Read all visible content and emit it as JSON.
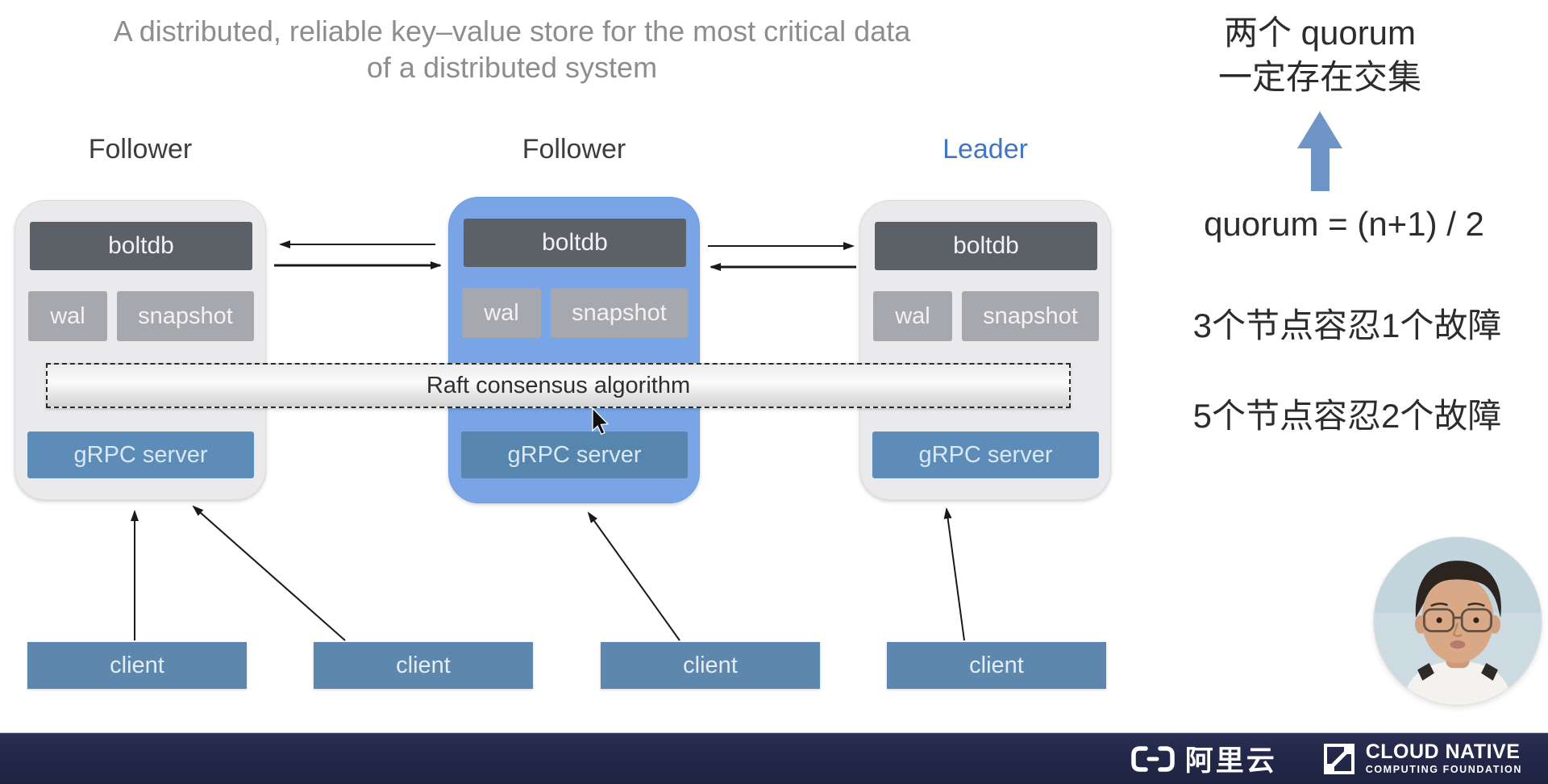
{
  "header": {
    "title_line1": "A distributed, reliable key–value store for the most critical data",
    "title_line2": "of a distributed system"
  },
  "nodes": [
    {
      "label": "Follower",
      "boltdb": "boltdb",
      "wal": "wal",
      "snapshot": "snapshot",
      "grpc": "gRPC server"
    },
    {
      "label": "Follower",
      "boltdb": "boltdb",
      "wal": "wal",
      "snapshot": "snapshot",
      "grpc": "gRPC server"
    },
    {
      "label": "Leader",
      "boltdb": "boltdb",
      "wal": "wal",
      "snapshot": "snapshot",
      "grpc": "gRPC server"
    }
  ],
  "raft": {
    "label": "Raft consensus algorithm"
  },
  "clients": [
    {
      "label": "client"
    },
    {
      "label": "client"
    },
    {
      "label": "client"
    },
    {
      "label": "client"
    }
  ],
  "notes": {
    "quorum_intersection_line1": "两个 quorum",
    "quorum_intersection_line2": "一定存在交集",
    "quorum_formula": "quorum = (n+1) / 2",
    "fault_tolerance_3": "3个节点容忍1个故障",
    "fault_tolerance_5": "5个节点容忍2个故障"
  },
  "footer": {
    "alibaba_cloud": "阿里云",
    "cncf_line1": "CLOUD NATIVE",
    "cncf_line2": "COMPUTING FOUNDATION"
  },
  "icons": {
    "quorum_pointer": "blue-up-arrow-icon",
    "alibaba_mark": "alibaba-cloud-bracket-icon",
    "cncf_mark": "cncf-square-icon",
    "pointer": "mouse-cursor-icon",
    "presenter": "webcam-avatar"
  },
  "colors": {
    "title_text": "#8d8d8d",
    "leader_label": "#4177c2",
    "node_gray": "#eaeaec",
    "node_blue": "#79a5e6",
    "boltdb_box": "#5c6067",
    "wal_snapshot_box": "#a7a8ad",
    "grpc_box": "#5d8cb8",
    "client_box": "#5d87ac",
    "quorum_arrow": "#6e95c5",
    "footer_bar": "#232849"
  }
}
